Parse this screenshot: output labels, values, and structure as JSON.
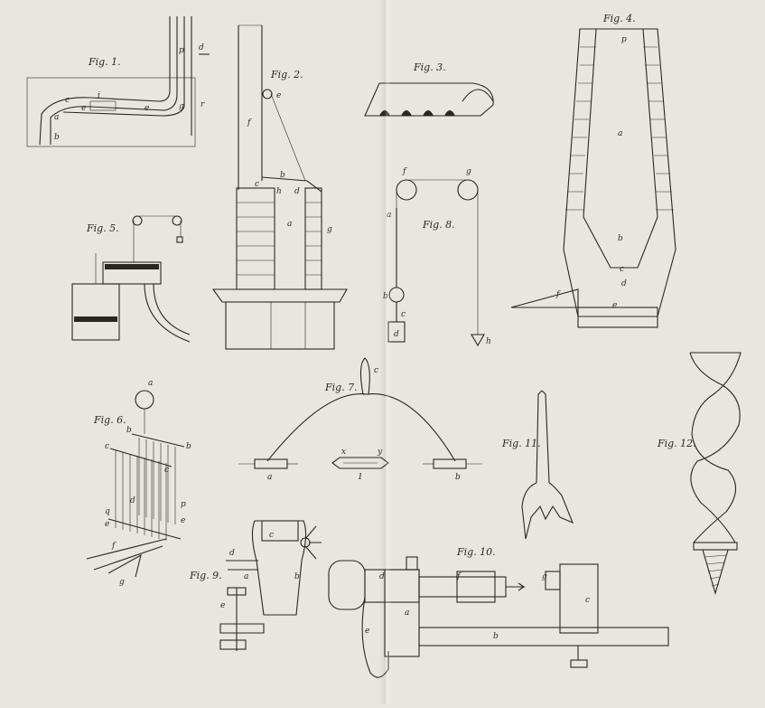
{
  "colors": {
    "paper": "#e9e6df",
    "ink": "#2a2622"
  },
  "figures": [
    {
      "id": "fig1",
      "caption": "Fig. 1.",
      "labels": [
        "p",
        "d",
        "i",
        "c",
        "e",
        "e",
        "g",
        "r",
        "a",
        "b"
      ]
    },
    {
      "id": "fig2",
      "caption": "Fig. 2.",
      "labels": [
        "e",
        "f",
        "b",
        "c",
        "h",
        "d",
        "a",
        "g"
      ]
    },
    {
      "id": "fig3",
      "caption": "Fig. 3.",
      "labels": []
    },
    {
      "id": "fig4",
      "caption": "Fig. 4.",
      "labels": [
        "p",
        "a",
        "b",
        "c",
        "d",
        "e",
        "f"
      ]
    },
    {
      "id": "fig5",
      "caption": "Fig. 5.",
      "labels": []
    },
    {
      "id": "fig6",
      "caption": "Fig. 6.",
      "labels": [
        "a",
        "b",
        "b",
        "c",
        "c",
        "d",
        "p",
        "q",
        "e",
        "e",
        "f",
        "g"
      ]
    },
    {
      "id": "fig7",
      "caption": "Fig. 7.",
      "labels": [
        "c",
        "a",
        "x",
        "y",
        "1",
        "b"
      ]
    },
    {
      "id": "fig8",
      "caption": "Fig. 8.",
      "labels": [
        "f",
        "g",
        "a",
        "b",
        "c",
        "d",
        "h"
      ]
    },
    {
      "id": "fig9",
      "caption": "Fig. 9.",
      "labels": [
        "c",
        "d",
        "a",
        "b",
        "e"
      ]
    },
    {
      "id": "fig10",
      "caption": "Fig. 10.",
      "labels": [
        "d",
        "f",
        "g",
        "a",
        "c",
        "e",
        "b"
      ]
    },
    {
      "id": "fig11",
      "caption": "Fig. 11.",
      "labels": []
    },
    {
      "id": "fig12",
      "caption": "Fig. 12.",
      "labels": []
    }
  ]
}
